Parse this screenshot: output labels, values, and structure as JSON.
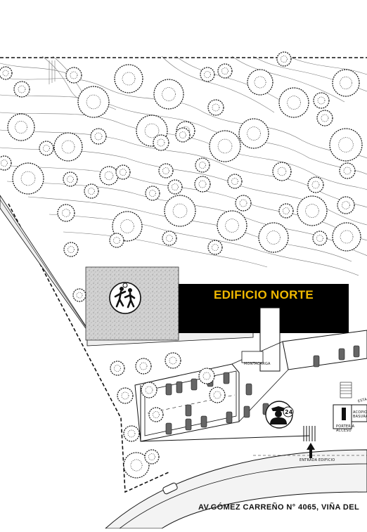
{
  "map": {
    "building": "EDIFICIO NORTE",
    "street": "AV.GÓMEZ CARREÑO N° 4065, VIÑA DEL",
    "labels": {
      "montacarga": "MONTACARGA",
      "entrada": "ENTRADA EDIFICIO",
      "porteria": "PORTERIA ACCESO",
      "acopio": "ACOPIO BASURA",
      "estacionamiento": "ESTA"
    },
    "security_hours": "24",
    "icons": [
      "children-play-icon",
      "security-guard-icon",
      "entrance-arrow-icon"
    ],
    "colors": {
      "building_fill": "#000000",
      "building_text": "#f0b800",
      "line": "#111111",
      "playground": "#cfcfcf"
    }
  }
}
